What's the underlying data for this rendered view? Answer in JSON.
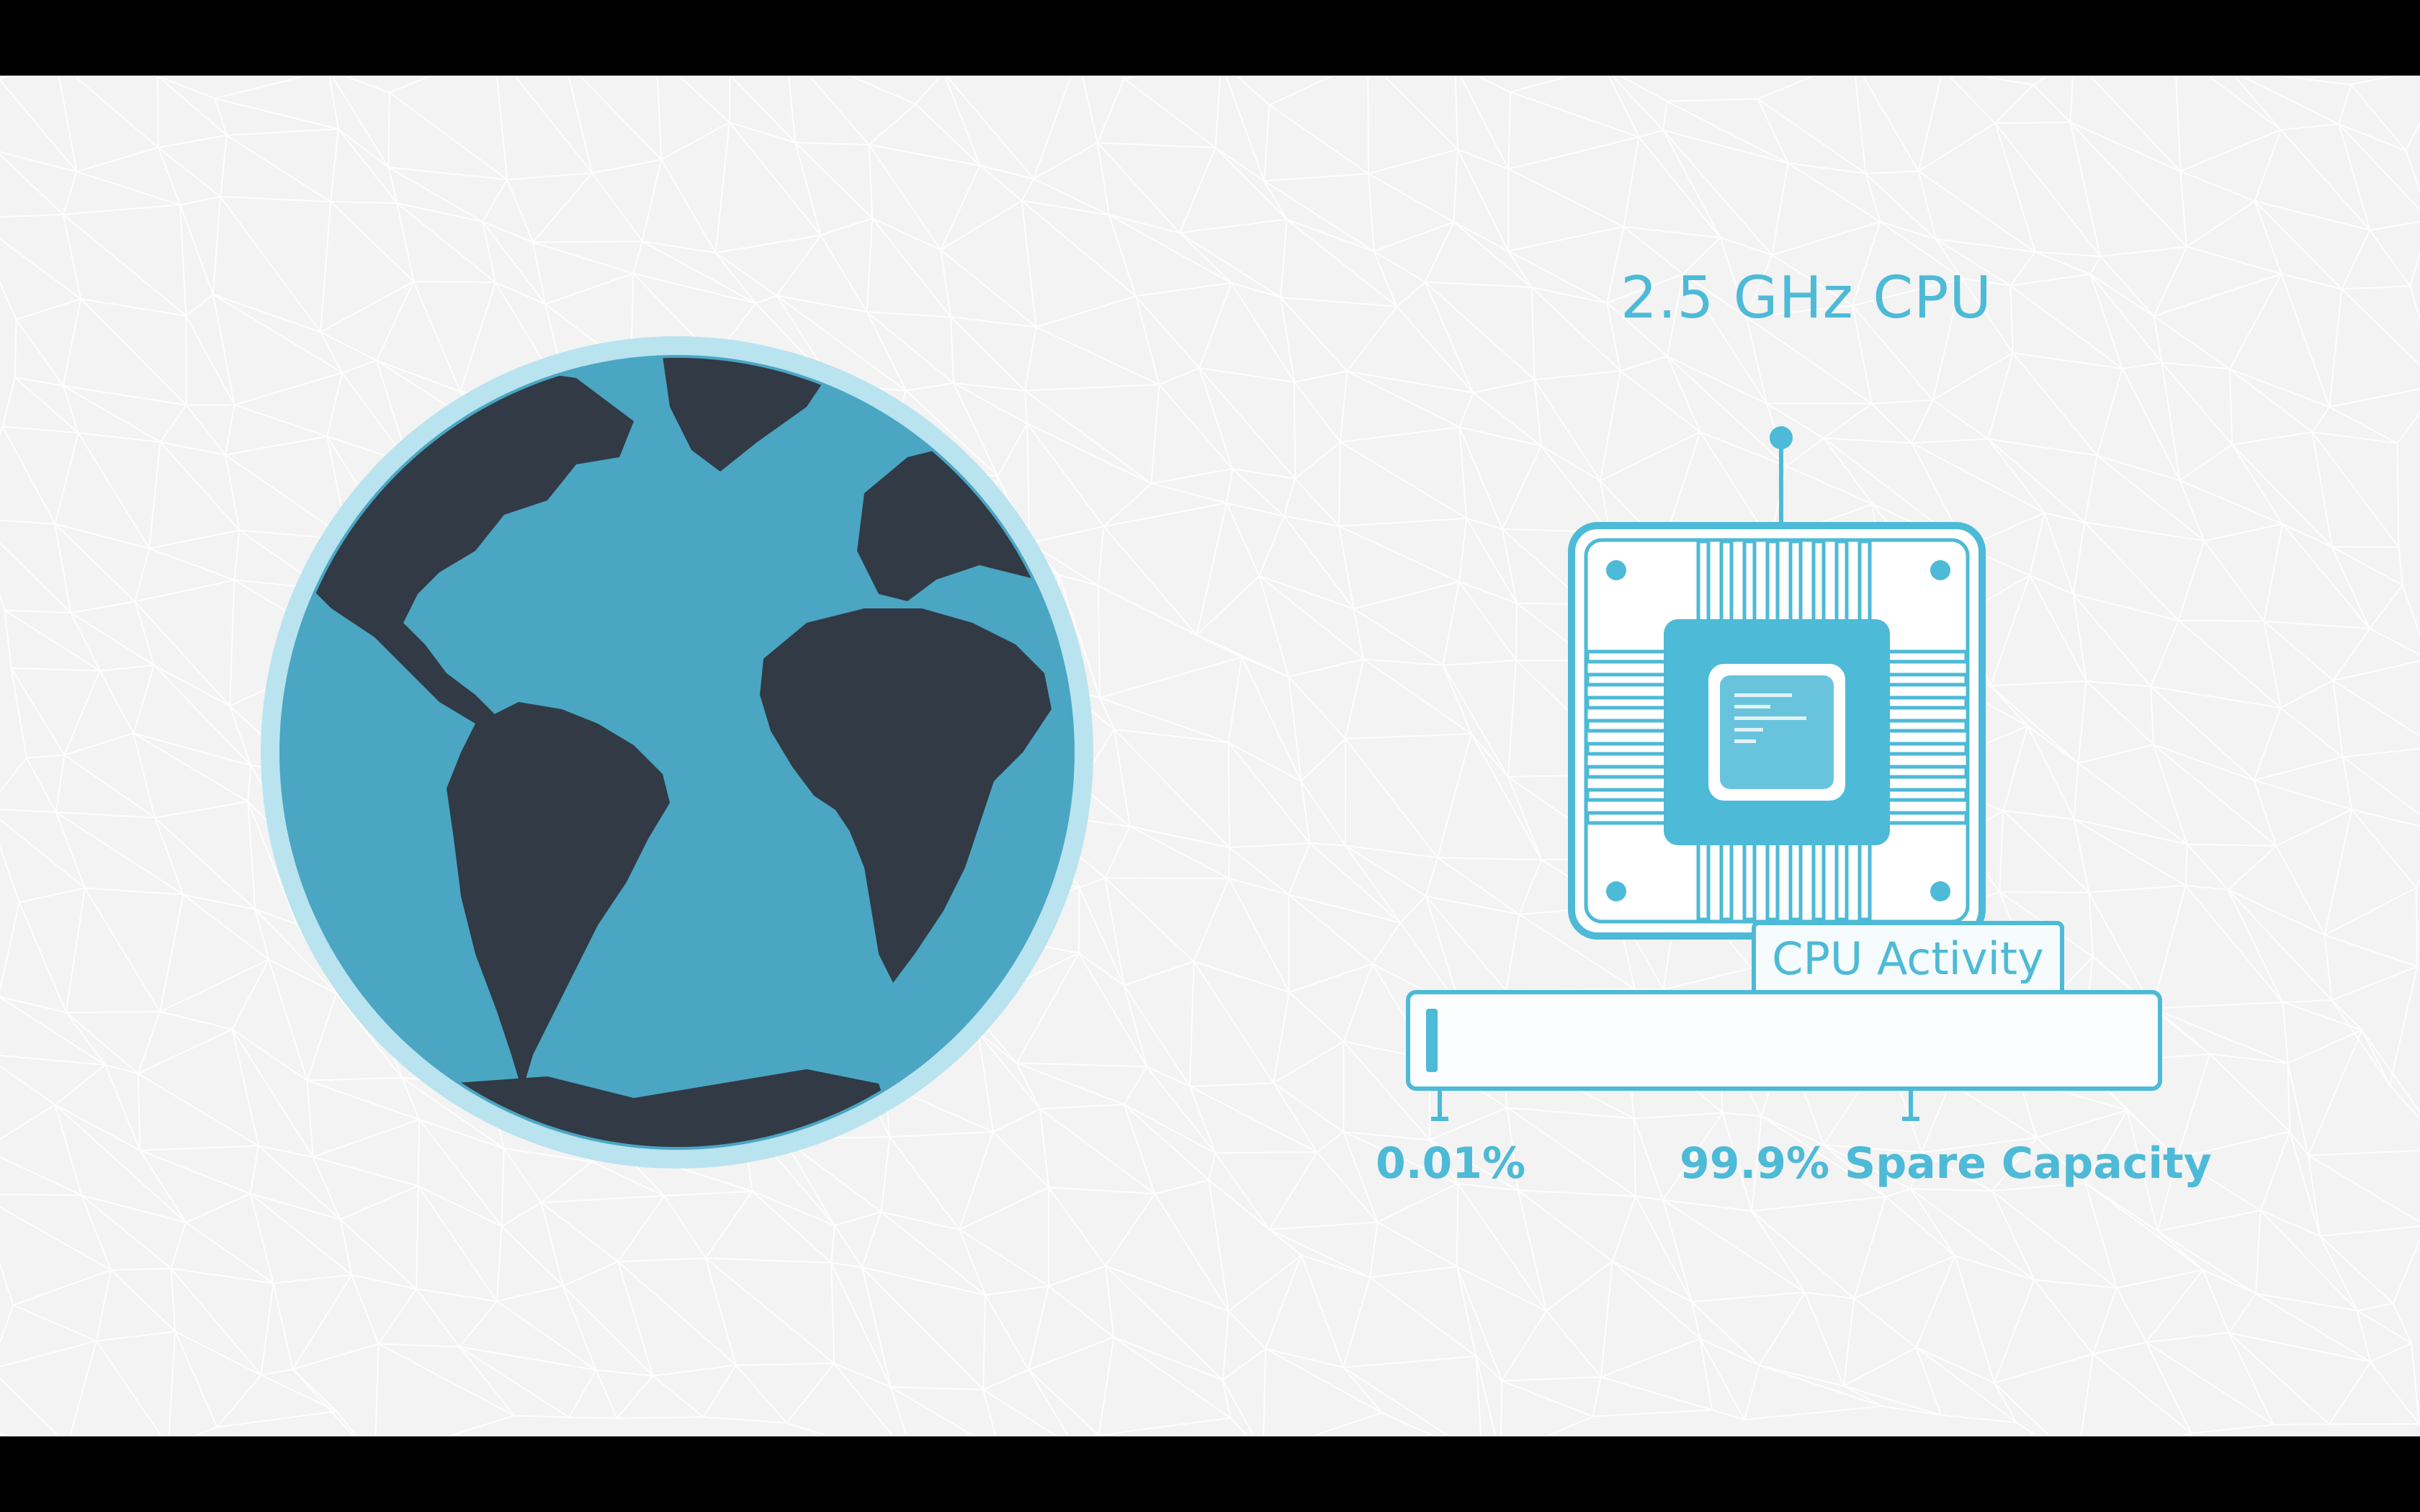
{
  "colors": {
    "accent": "#4dbad7",
    "ocean": "#4aa6c3",
    "land": "#313a45",
    "halo": "#b9e3ef"
  },
  "cpu": {
    "title": "2.5 GHz CPU"
  },
  "activity": {
    "label": "CPU Activity",
    "used_percent": 0.01,
    "used_label": "0.01%",
    "spare_label": "99.9% Spare Capacity"
  },
  "icons": [
    "globe-icon",
    "cpu-chip-icon"
  ]
}
